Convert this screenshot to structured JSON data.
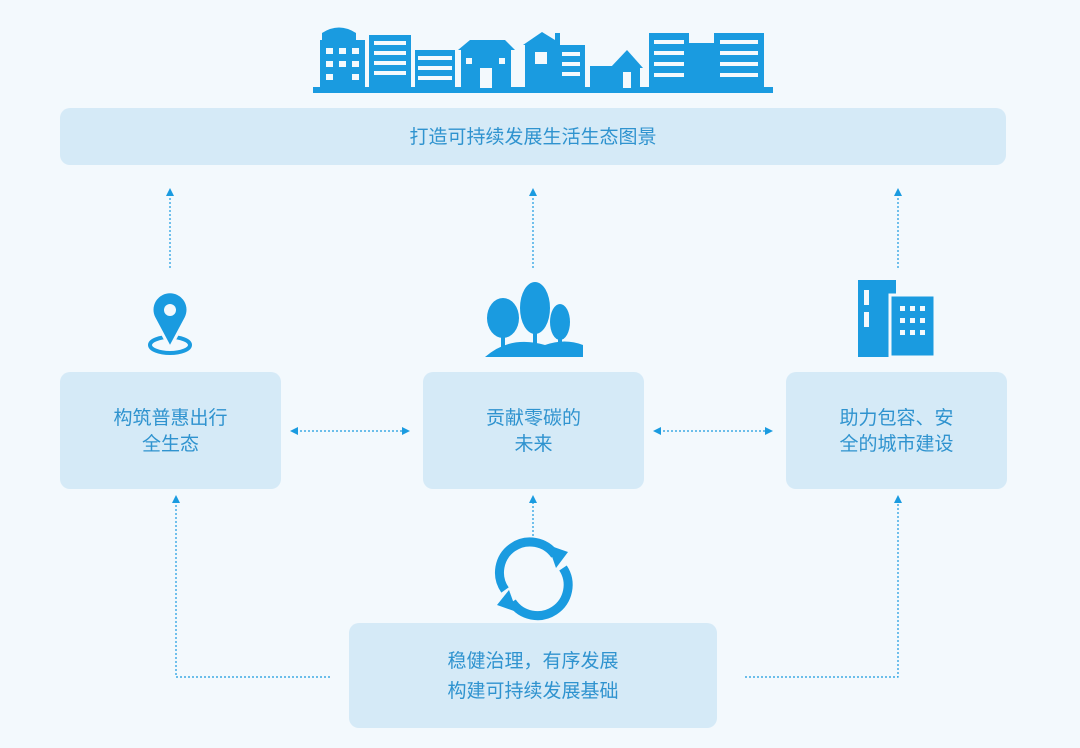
{
  "colors": {
    "accent": "#1a9be0",
    "box": "#d5eaf7",
    "text": "#2f93cf",
    "background": "#f3f9fd"
  },
  "top_banner": {
    "text": "打造可持续发展生活生态图景"
  },
  "nodes": [
    {
      "icon": "location-pin-icon",
      "line1": "构筑普惠出行",
      "line2": "全生态"
    },
    {
      "icon": "trees-icon",
      "line1": "贡献零碳的",
      "line2": "未来"
    },
    {
      "icon": "building-icon",
      "line1": "助力包容、安",
      "line2": "全的城市建设"
    }
  ],
  "bottom": {
    "icon": "refresh-cycle-icon",
    "line1": "稳健治理，有序发展",
    "line2": "构建可持续发展基础"
  }
}
